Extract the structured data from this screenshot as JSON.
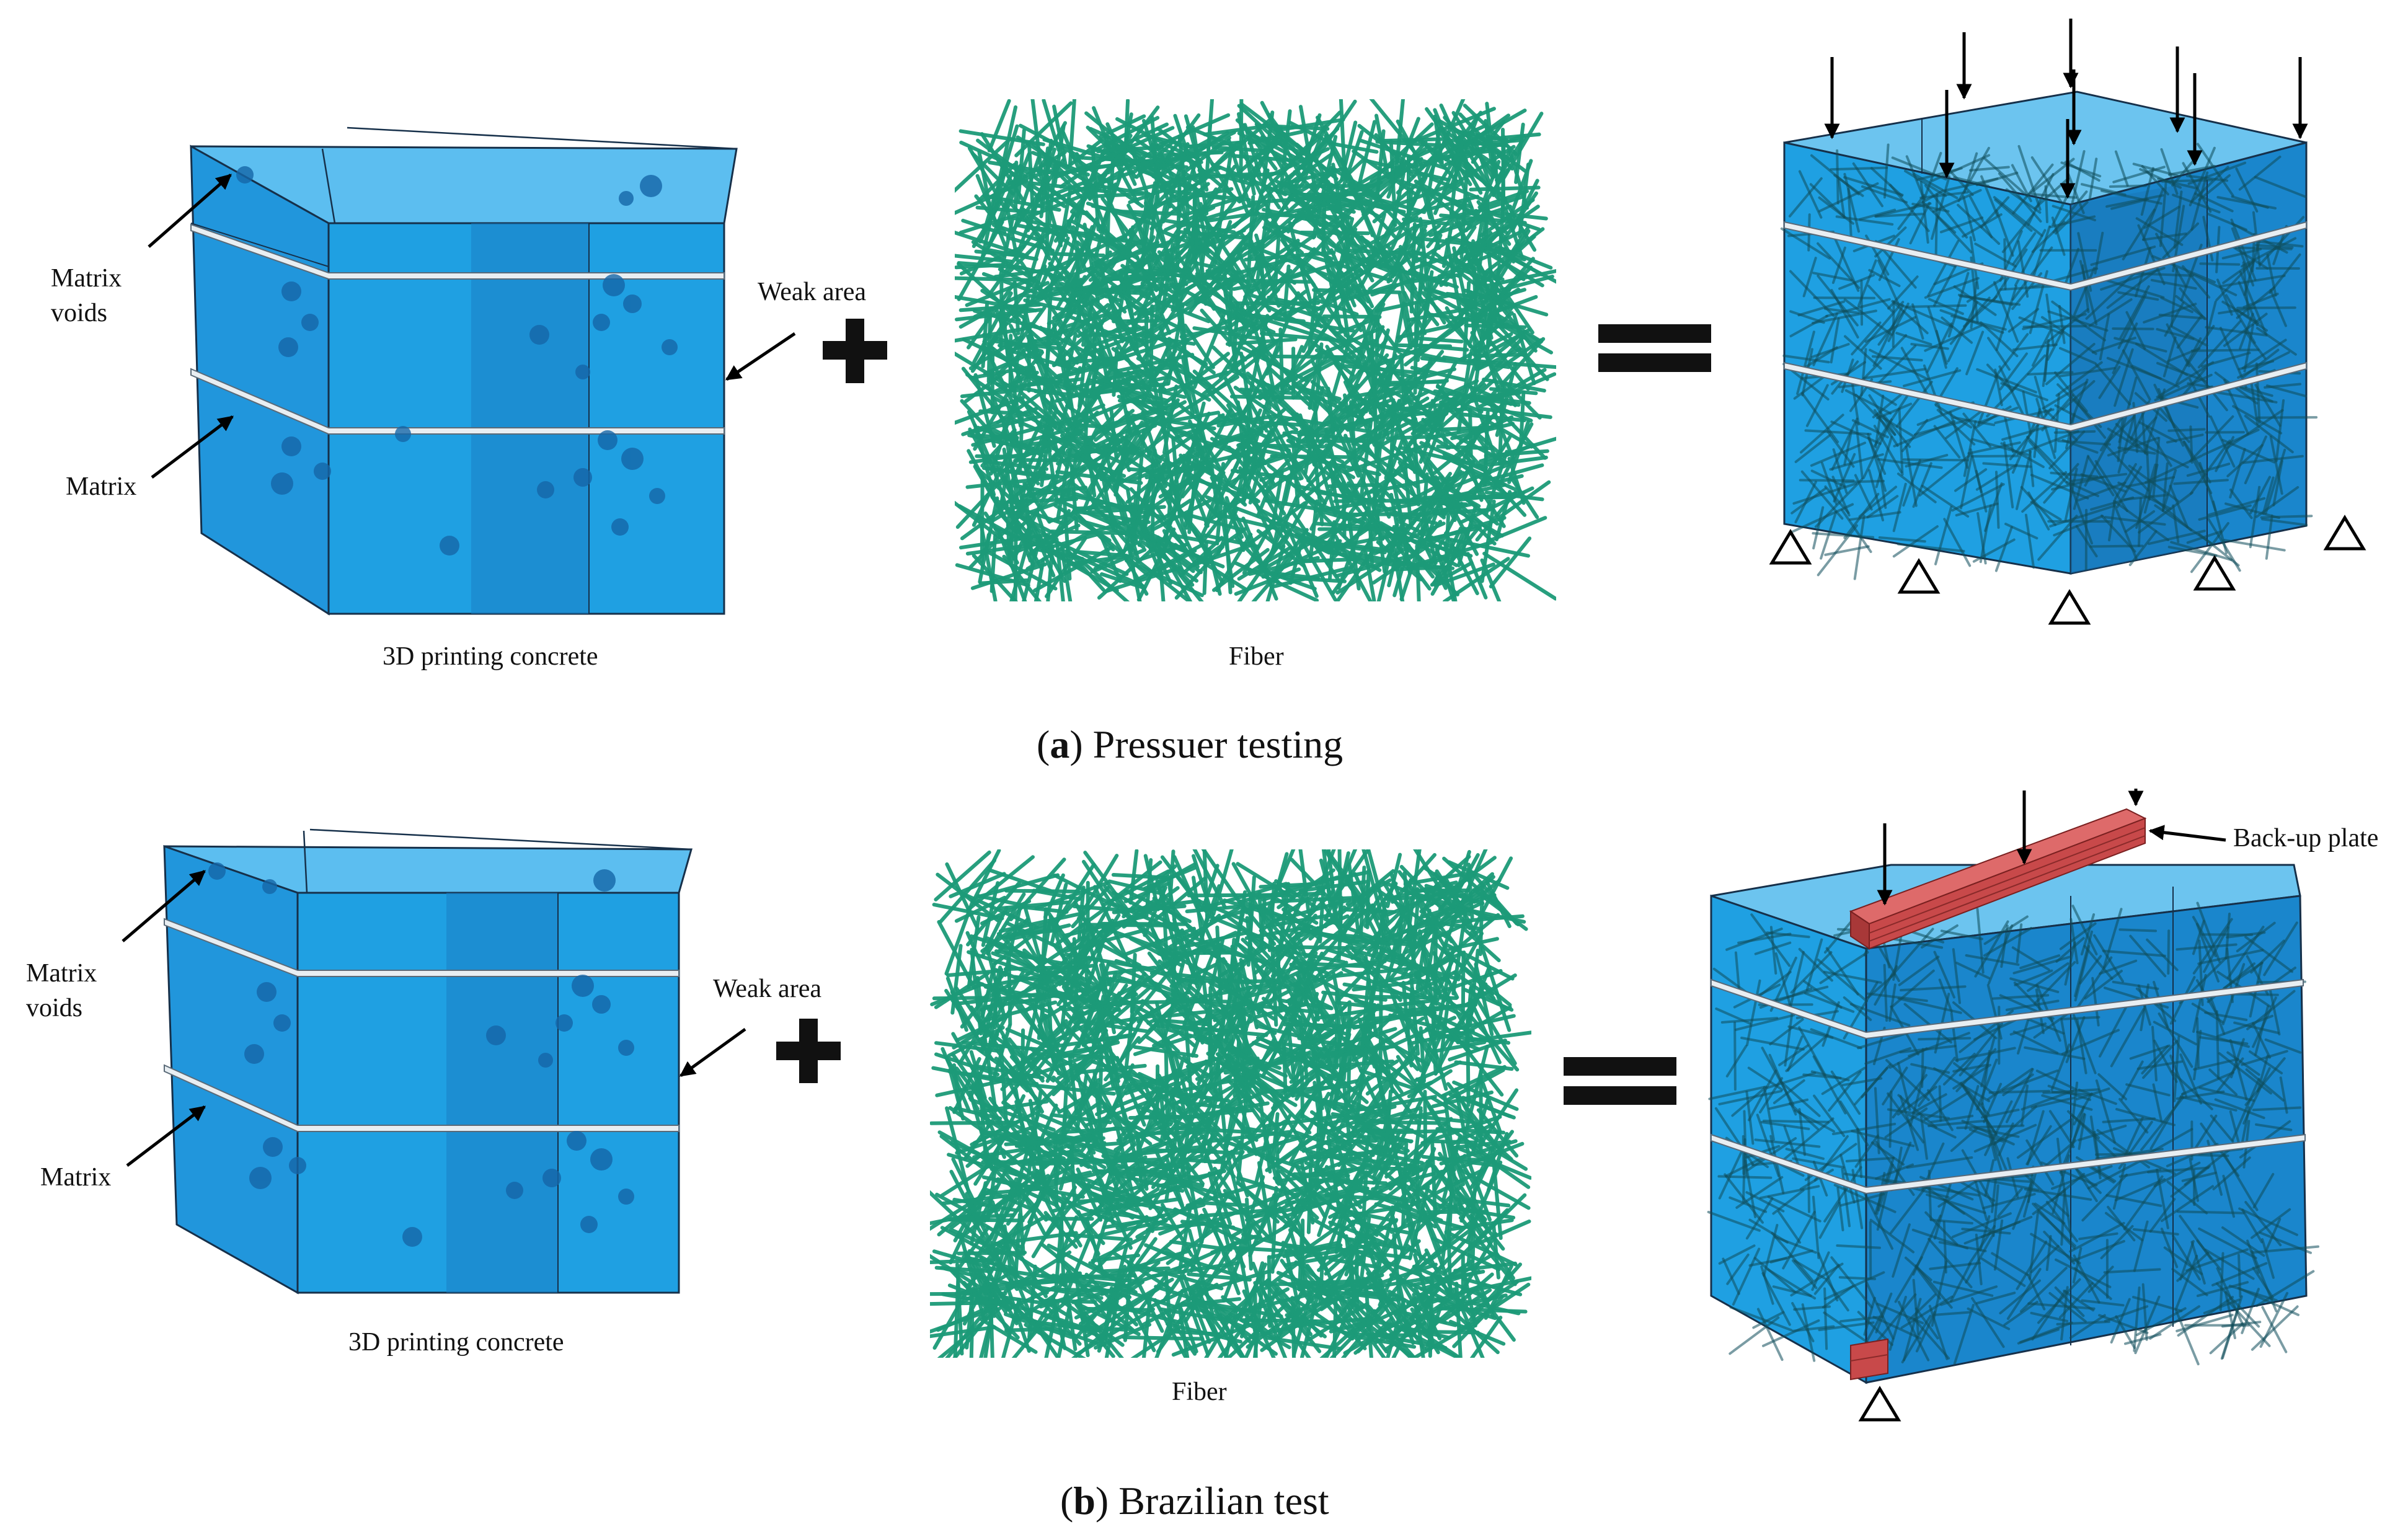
{
  "panel_a": {
    "caption_letter": "a",
    "caption_text": ") Pressuer testing",
    "labels": {
      "matrix_voids_line1": "Matrix",
      "matrix_voids_line2": "voids",
      "matrix": "Matrix",
      "weak_area": "Weak area",
      "concrete": "3D printing concrete",
      "fiber": "Fiber"
    }
  },
  "panel_b": {
    "caption_letter": "b",
    "caption_text": ") Brazilian test",
    "labels": {
      "matrix_voids_line1": "Matrix",
      "matrix_voids_line2": "voids",
      "matrix": "Matrix",
      "weak_area": "Weak area",
      "concrete": "3D printing concrete",
      "fiber": "Fiber",
      "backup_plate": "Back-up plate"
    }
  },
  "colors": {
    "cube_front": "#1fa2e4",
    "cube_side": "#1680c4",
    "cube_top": "#58bdf0",
    "fiber": "#1c9a78",
    "plate": "#c8494a"
  }
}
